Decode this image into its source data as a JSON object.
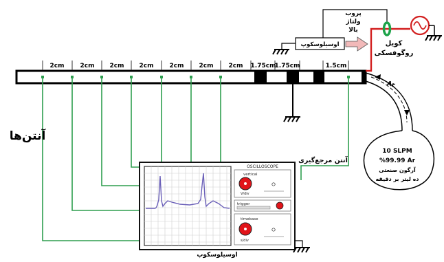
{
  "tube": {
    "segment_labels": [
      "2cm",
      "2cm",
      "2cm",
      "2cm",
      "2cm",
      "2cm",
      "2cm",
      "1.75cm",
      "1.75cm",
      "1.5cm"
    ]
  },
  "labels": {
    "antennas": "آنتن‌ها",
    "reference_antenna": "آنتن مرجع‌گیری",
    "hv_probe_line1": "پروب",
    "hv_probe_line2": "ولتاژ",
    "hv_probe_line3": "بالا",
    "rogowski_line1": "کویل",
    "rogowski_line2": "روگوفسکی",
    "oscilloscope_top_box": "اوسیلوسکوپ",
    "oscilloscope_bottom": "اوسیلوسکوپ",
    "gas_flow_arrow": "Ar",
    "gas_flow_rate": "10 SLPM",
    "gas_purity": "%99.99 Ar",
    "gas_line3": "آرگون صنعتی",
    "gas_line4": "ده لیتر بر دقیقه"
  },
  "oscilloscope": {
    "title": "OSCILLOSCOPE",
    "vertical_label": "vertical",
    "vertical_unit_label": "V/div",
    "trigger_label": "trigger",
    "timebase_label": "timebase",
    "timebase_unit_label": "s/div"
  },
  "colors": {
    "green_wire": "#2e9e4f",
    "red_wire": "#d21f1f",
    "knob_red": "#e1141a",
    "trace": "#6a5fb8"
  }
}
